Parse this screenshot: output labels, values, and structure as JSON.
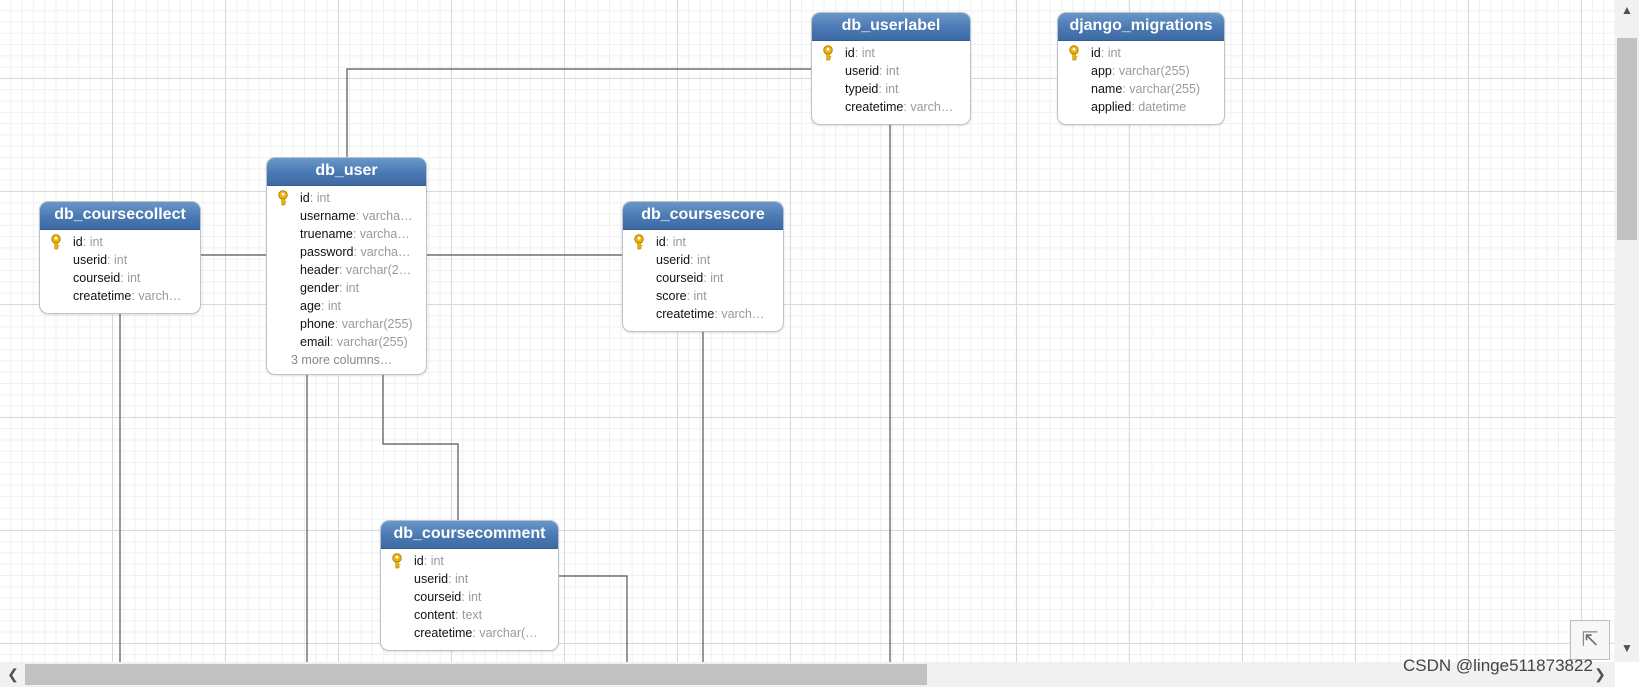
{
  "entities": [
    {
      "id": "db_userlabel",
      "title": "db_userlabel",
      "columns": [
        {
          "name": "id",
          "type": "int",
          "key": true
        },
        {
          "name": "userid",
          "type": "int",
          "key": false
        },
        {
          "name": "typeid",
          "type": "int",
          "key": false
        },
        {
          "name": "createtime",
          "type": "varch…",
          "key": false
        }
      ],
      "more": ""
    },
    {
      "id": "django_migrations",
      "title": "django_migrations",
      "columns": [
        {
          "name": "id",
          "type": "int",
          "key": true
        },
        {
          "name": "app",
          "type": "varchar(255)",
          "key": false
        },
        {
          "name": "name",
          "type": "varchar(255)",
          "key": false
        },
        {
          "name": "applied",
          "type": "datetime",
          "key": false
        }
      ],
      "more": ""
    },
    {
      "id": "db_user",
      "title": "db_user",
      "columns": [
        {
          "name": "id",
          "type": "int",
          "key": true
        },
        {
          "name": "username",
          "type": "varcha…",
          "key": false
        },
        {
          "name": "truename",
          "type": "varcha…",
          "key": false
        },
        {
          "name": "password",
          "type": "varcha…",
          "key": false
        },
        {
          "name": "header",
          "type": "varchar(2…",
          "key": false
        },
        {
          "name": "gender",
          "type": "int",
          "key": false
        },
        {
          "name": "age",
          "type": "int",
          "key": false
        },
        {
          "name": "phone",
          "type": "varchar(255)",
          "key": false
        },
        {
          "name": "email",
          "type": "varchar(255)",
          "key": false
        }
      ],
      "more": "3 more columns…"
    },
    {
      "id": "db_coursecollect",
      "title": "db_coursecollect",
      "columns": [
        {
          "name": "id",
          "type": "int",
          "key": true
        },
        {
          "name": "userid",
          "type": "int",
          "key": false
        },
        {
          "name": "courseid",
          "type": "int",
          "key": false
        },
        {
          "name": "createtime",
          "type": "varch…",
          "key": false
        }
      ],
      "more": ""
    },
    {
      "id": "db_coursescore",
      "title": "db_coursescore",
      "columns": [
        {
          "name": "id",
          "type": "int",
          "key": true
        },
        {
          "name": "userid",
          "type": "int",
          "key": false
        },
        {
          "name": "courseid",
          "type": "int",
          "key": false
        },
        {
          "name": "score",
          "type": "int",
          "key": false
        },
        {
          "name": "createtime",
          "type": "varch…",
          "key": false
        }
      ],
      "more": ""
    },
    {
      "id": "db_coursecomment",
      "title": "db_coursecomment",
      "columns": [
        {
          "name": "id",
          "type": "int",
          "key": true
        },
        {
          "name": "userid",
          "type": "int",
          "key": false
        },
        {
          "name": "courseid",
          "type": "int",
          "key": false
        },
        {
          "name": "content",
          "type": "text",
          "key": false
        },
        {
          "name": "createtime",
          "type": "varchar(…",
          "key": false
        }
      ],
      "more": ""
    }
  ],
  "colors": {
    "header_top": "#6a97c8",
    "header_bottom": "#3d6aa3",
    "connector": "#555555",
    "key_icon": "#f0b400"
  },
  "icons": {
    "primary_key": "key-icon",
    "scroll_left": "chevron-left-icon",
    "scroll_right": "chevron-right-icon",
    "scroll_up": "chevron-up-icon",
    "scroll_down": "chevron-down-icon",
    "fit_view": "arrow-up-left-icon"
  },
  "watermark": "CSDN @linge511873822"
}
